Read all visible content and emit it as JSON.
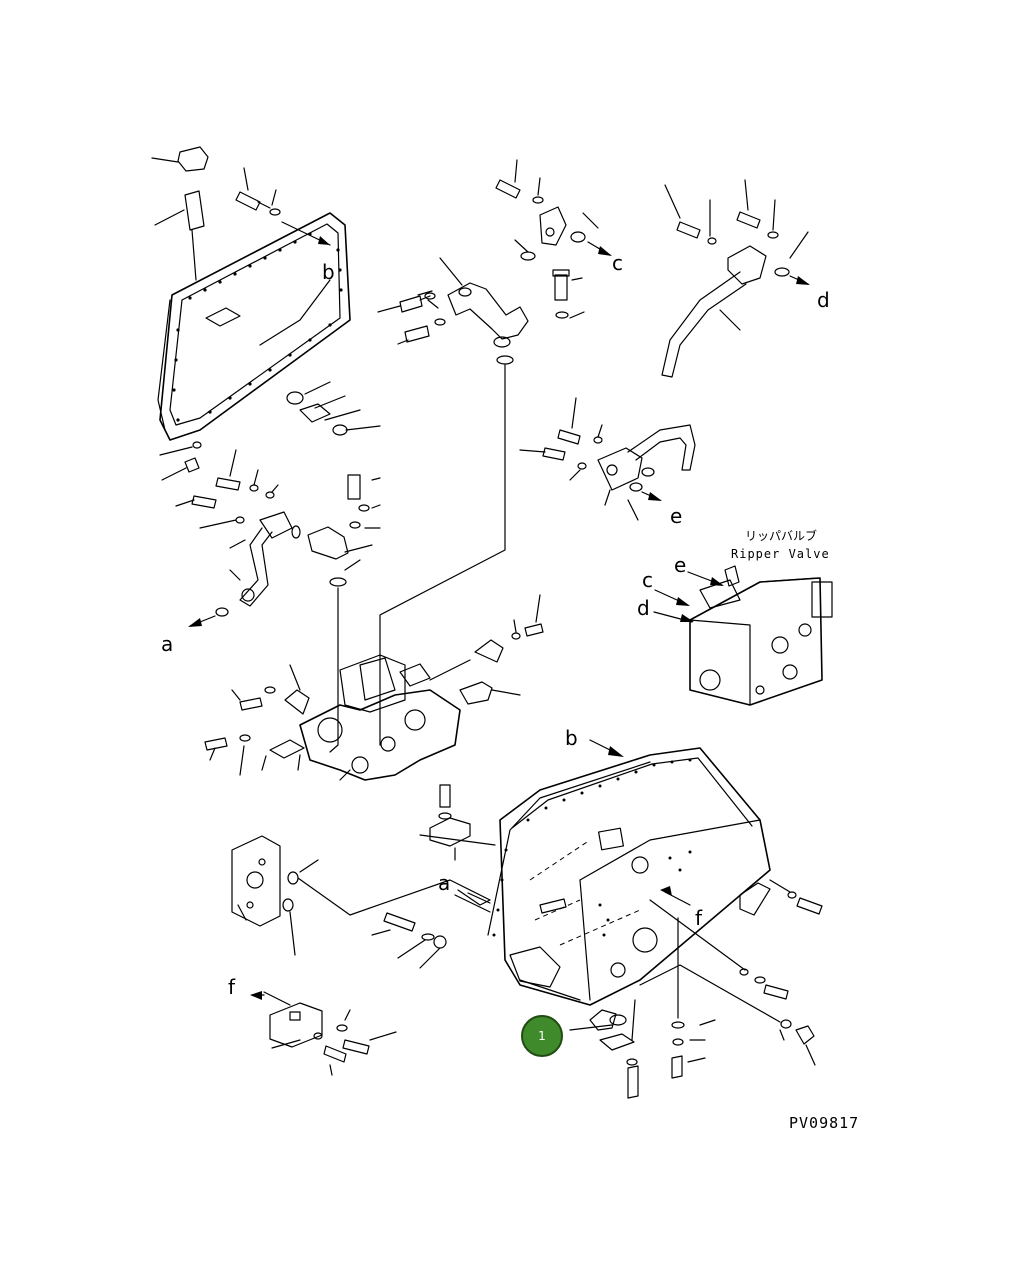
{
  "ref_labels": {
    "a_top": "a",
    "a_bottom": "a",
    "b_top": "b",
    "b_bottom": "b",
    "c_top": "c",
    "c_valve": "c",
    "d_top": "d",
    "d_valve": "d",
    "e_top": "e",
    "e_valve": "e",
    "f_right": "f",
    "f_left": "f"
  },
  "valve": {
    "jp_label": "リッパバルブ",
    "en_label": "Ripper Valve"
  },
  "callout": {
    "number": "1",
    "color": "#3f8a2a"
  },
  "drawing_code": "PV09817"
}
